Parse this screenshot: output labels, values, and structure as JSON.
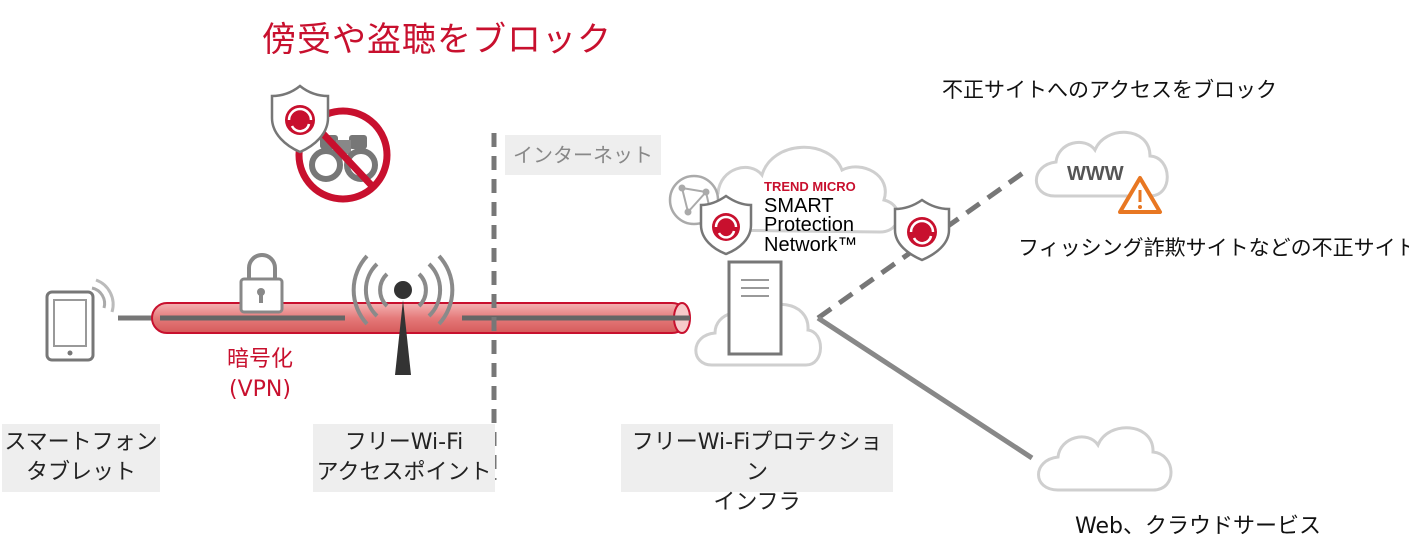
{
  "title": "傍受や盗聴をブロック",
  "block_sites_label": "不正サイトへのアクセスをブロック",
  "phishing_label": "フィッシング詐欺サイトなどの不正サイト",
  "cloud_services_label": "Web、クラウドサービス",
  "internet_label": "インターネット",
  "encryption": {
    "line1": "暗号化",
    "line2": "(VPN)"
  },
  "devices": {
    "line1": "スマートフォン",
    "line2": "タブレット"
  },
  "access_point": {
    "line1": "フリーWi-Fi",
    "line2": "アクセスポイント"
  },
  "infra": {
    "line1": "フリーWi-Fiプロテクション",
    "line2": "インフラ"
  },
  "brand": {
    "line1": "TREND MICRO",
    "line2": "SMART",
    "line3": "Protection",
    "line4": "Network™"
  },
  "www_text": "WWW",
  "colors": {
    "accent": "#c8102e",
    "tunnel": "#e88c8c",
    "gray": "#8a8a8a",
    "warning": "#e87722"
  },
  "icons": [
    "tablet-icon",
    "lock-icon",
    "wifi-antenna-icon",
    "shield-icon",
    "binoculars-icon",
    "prohibited-icon",
    "server-icon",
    "cloud-icon",
    "network-globe-icon",
    "warning-icon"
  ]
}
